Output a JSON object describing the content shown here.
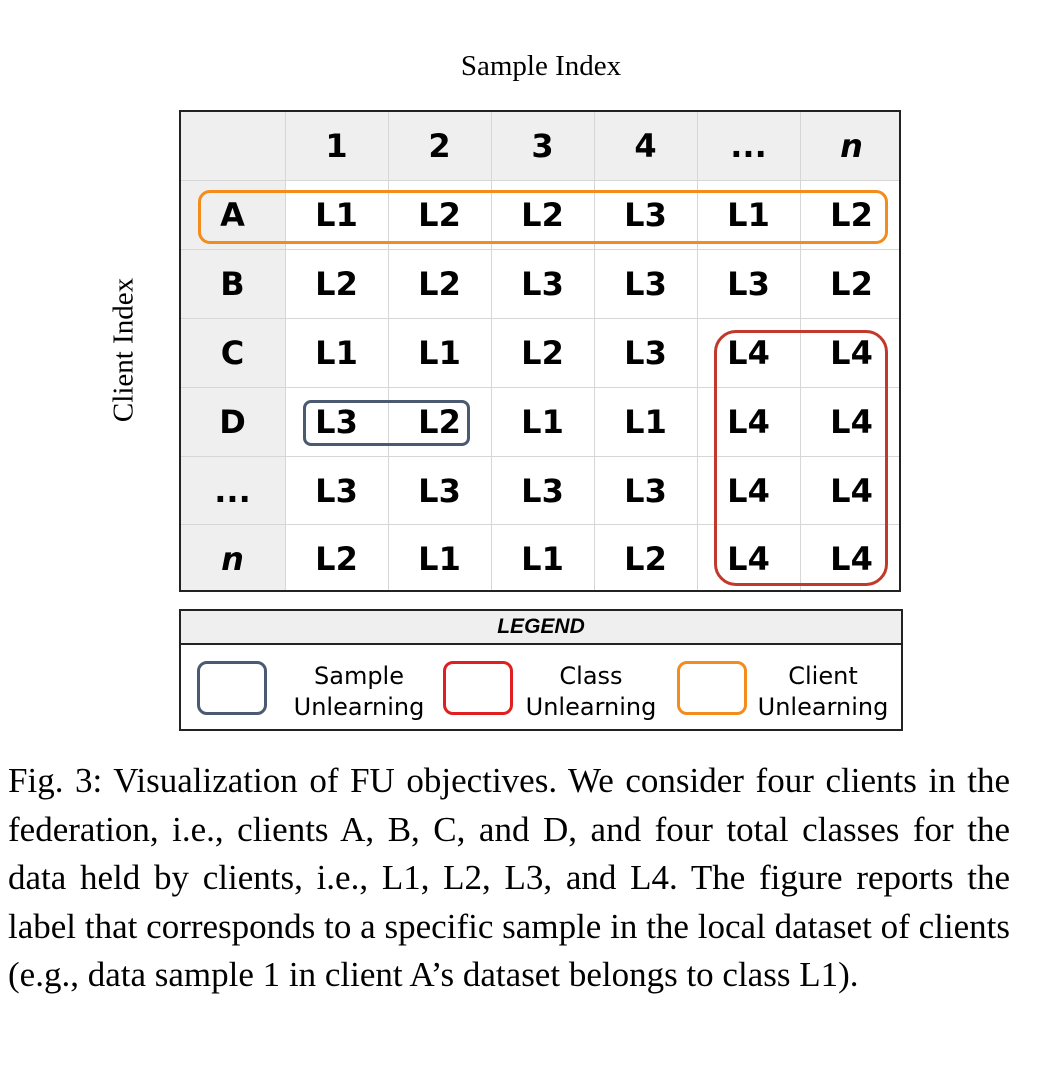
{
  "axis": {
    "x_title": "Sample Index",
    "y_title": "Client Index"
  },
  "columns": [
    "1",
    "2",
    "3",
    "4",
    "...",
    "n"
  ],
  "rows": [
    {
      "client": "A",
      "labels": [
        "L1",
        "L2",
        "L2",
        "L3",
        "L1",
        "L2"
      ]
    },
    {
      "client": "B",
      "labels": [
        "L2",
        "L2",
        "L3",
        "L3",
        "L3",
        "L2"
      ]
    },
    {
      "client": "C",
      "labels": [
        "L1",
        "L1",
        "L2",
        "L3",
        "L4",
        "L4"
      ]
    },
    {
      "client": "D",
      "labels": [
        "L3",
        "L2",
        "L1",
        "L1",
        "L4",
        "L4"
      ]
    },
    {
      "client": "...",
      "labels": [
        "L3",
        "L3",
        "L3",
        "L3",
        "L4",
        "L4"
      ]
    },
    {
      "client": "n",
      "labels": [
        "L2",
        "L1",
        "L1",
        "L2",
        "L4",
        "L4"
      ]
    }
  ],
  "highlights": [
    {
      "type": "client",
      "color": "#f28c1c",
      "description": "row A"
    },
    {
      "type": "class",
      "color": "#c0392b",
      "description": "L4 block"
    },
    {
      "type": "sample",
      "color": "#4a5a70",
      "description": "client D samples 1-2"
    }
  ],
  "legend": {
    "title": "LEGEND",
    "items": [
      {
        "line1": "Sample",
        "line2": "Unlearning",
        "color": "#4a5a70"
      },
      {
        "line1": "Class",
        "line2": "Unlearning",
        "color": "#e02020"
      },
      {
        "line1": "Client",
        "line2": "Unlearning",
        "color": "#f28c1c"
      }
    ]
  },
  "caption": "Fig. 3: Visualization of FU objectives. We consider four clients in the federation, i.e., clients A, B, C, and D, and four total classes for the data held by clients, i.e., L1, L2, L3, and L4. The figure reports the label that corresponds to a specific sample in the local dataset of clients (e.g., data sample 1 in client A’s dataset belongs to class L1)."
}
